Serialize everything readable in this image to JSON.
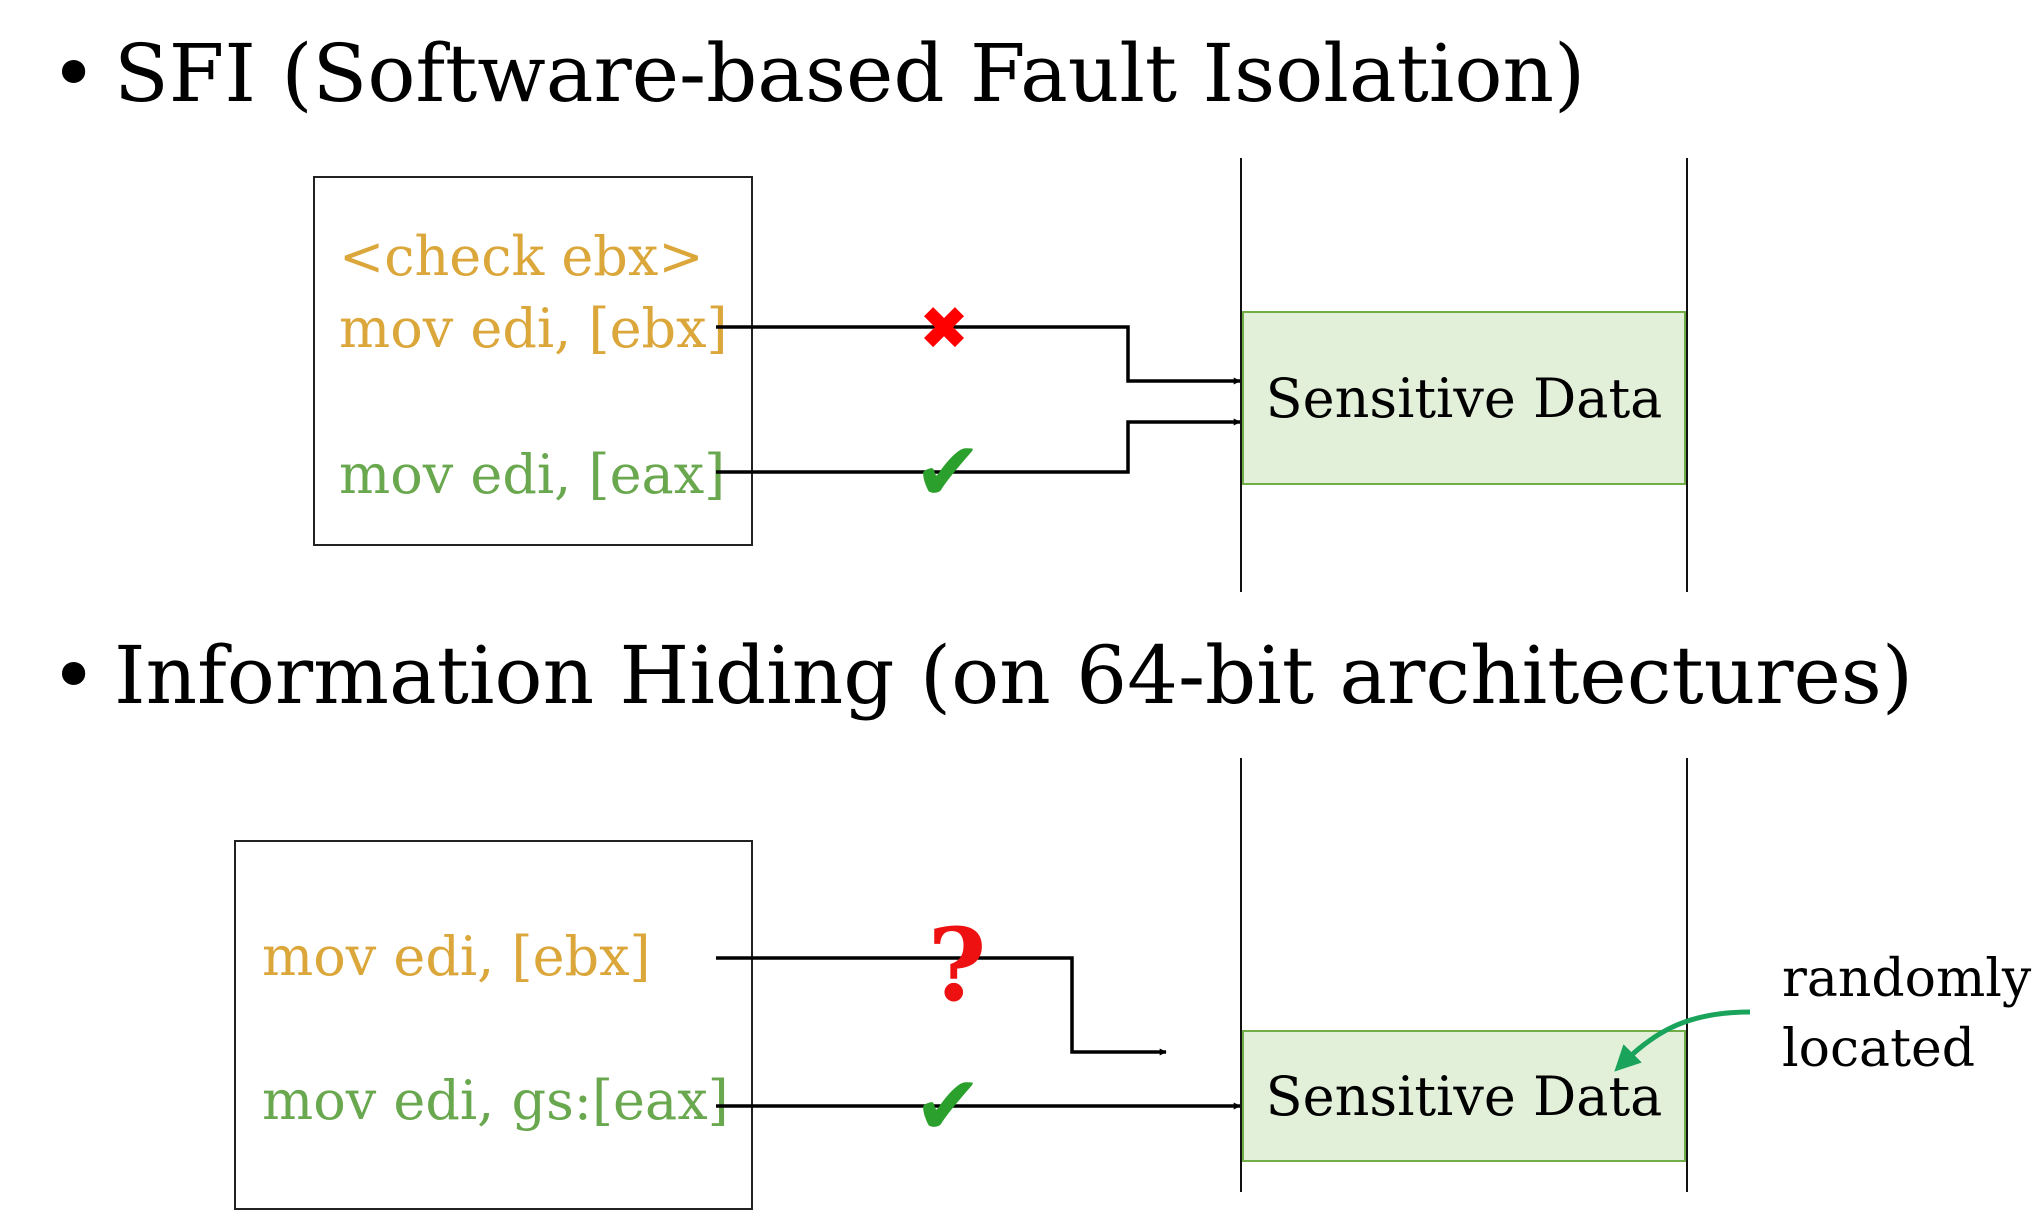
{
  "colors": {
    "unchecked_code": "#dba63a",
    "checked_code": "#6aa84f",
    "cross": "#ff0000",
    "check": "#2ca02c",
    "question": "#ee1111",
    "sensitive_fill": "#e2efd9",
    "sensitive_border": "#70ad47",
    "note_arrow": "#1aa35a"
  },
  "sfi": {
    "bullet": "•",
    "heading": "SFI (Software-based Fault Isolation)",
    "code_lines": [
      {
        "text": "<check  ebx>",
        "tone": "unchecked"
      },
      {
        "text": "mov edi, [ebx]",
        "tone": "unchecked"
      },
      {
        "text": "mov edi, [eax]",
        "tone": "checked"
      }
    ],
    "markers": [
      {
        "icon": "cross-mark-icon",
        "symbol": "✖"
      },
      {
        "icon": "check-mark-icon",
        "symbol": "✔"
      }
    ],
    "sensitive_label": "Sensitive Data"
  },
  "info_hiding": {
    "bullet": "•",
    "heading": "Information Hiding (on 64-bit architectures)",
    "code_lines": [
      {
        "text": "mov edi, [ebx]",
        "tone": "unchecked"
      },
      {
        "text": "mov edi, gs:[eax]",
        "tone": "checked"
      }
    ],
    "markers": [
      {
        "icon": "question-mark-icon",
        "symbol": "?"
      },
      {
        "icon": "check-mark-icon",
        "symbol": "✔"
      }
    ],
    "sensitive_label": "Sensitive Data",
    "note": [
      "randomly",
      "located"
    ]
  }
}
